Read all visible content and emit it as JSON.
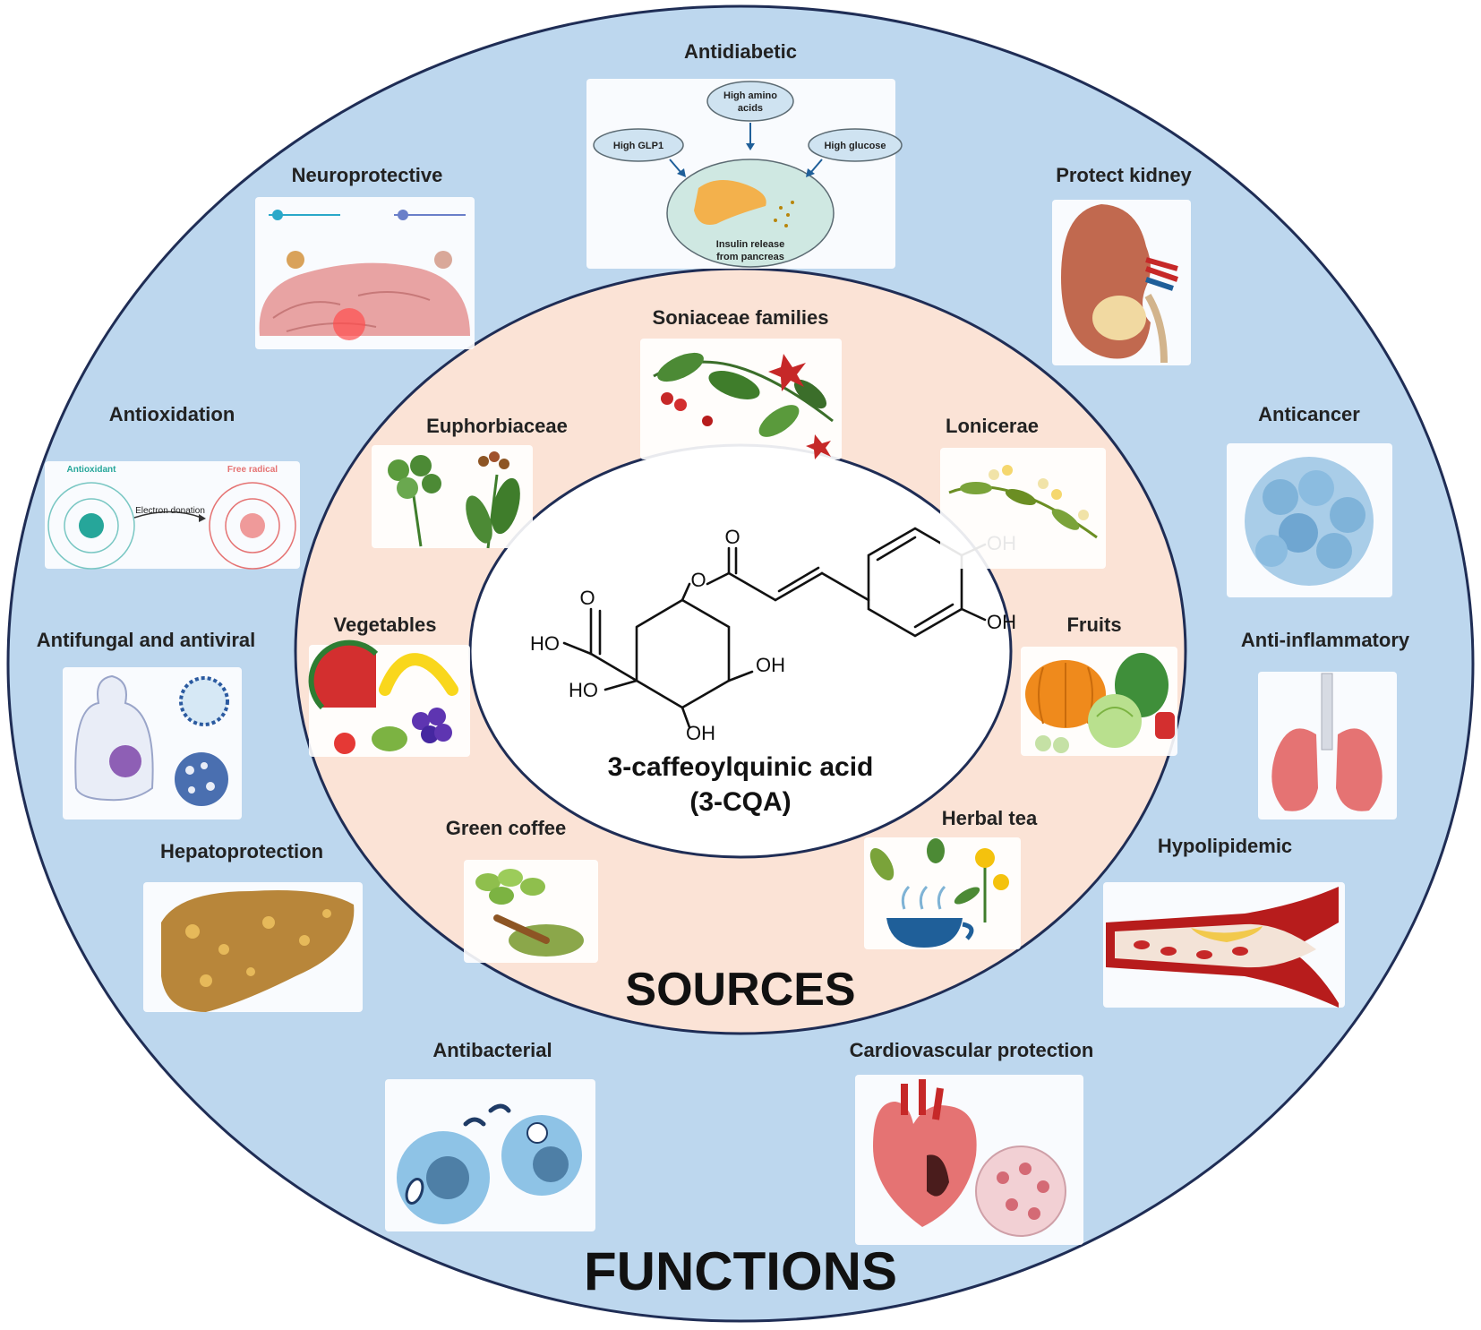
{
  "compound": {
    "name": "3-caffeoylquinic acid",
    "abbrev": "(3-CQA)",
    "atoms": {
      "o_carbonyl_left": "O",
      "o_carbonyl_right": "O",
      "o_ester": "O",
      "ho_acid": "HO",
      "ho_quat": "HO",
      "oh_ring1": "OH",
      "oh_ring2": "OH",
      "oh_aryl1": "OH",
      "oh_aryl2": "OH"
    }
  },
  "sources": {
    "title": "SOURCES",
    "items": [
      {
        "key": "soniaceae",
        "label": "Soniaceae families"
      },
      {
        "key": "euphorbiaceae",
        "label": "Euphorbiaceae"
      },
      {
        "key": "lonicerae",
        "label": "Lonicerae"
      },
      {
        "key": "vegetables",
        "label": "Vegetables"
      },
      {
        "key": "fruits",
        "label": "Fruits"
      },
      {
        "key": "green_coffee",
        "label": "Green coffee"
      },
      {
        "key": "herbal_tea",
        "label": "Herbal tea"
      }
    ]
  },
  "functions": {
    "title": "FUNCTIONS",
    "items": [
      {
        "key": "antidiabetic",
        "label": "Antidiabetic"
      },
      {
        "key": "neuroprotective",
        "label": "Neuroprotective"
      },
      {
        "key": "protect_kidney",
        "label": "Protect kidney"
      },
      {
        "key": "antioxidation",
        "label": "Antioxidation"
      },
      {
        "key": "anticancer",
        "label": "Anticancer"
      },
      {
        "key": "antifungal",
        "label": "Antifungal and antiviral"
      },
      {
        "key": "anti_inflammatory",
        "label": "Anti-inflammatory"
      },
      {
        "key": "hepatoprotection",
        "label": "Hepatoprotection"
      },
      {
        "key": "hypolipidemic",
        "label": "Hypolipidemic"
      },
      {
        "key": "antibacterial",
        "label": "Antibacterial"
      },
      {
        "key": "cardiovascular",
        "label": "Cardiovascular protection"
      }
    ]
  },
  "antidiabetic_panel": {
    "amino": [
      "High amino",
      "acids"
    ],
    "glp1": "High GLP1",
    "glucose": "High glucose",
    "insulin": [
      "Insulin release",
      "from pancreas"
    ]
  },
  "antioxidation_panel": {
    "antioxidant": "Antioxidant",
    "free_radical": "Free radical",
    "electron": "Electron donation"
  },
  "colors": {
    "outer_ring": "#bdd7ee",
    "middle_ring": "#fbe3d6",
    "inner_circle": "#ffffff",
    "ring_stroke": "#1f2d55"
  }
}
